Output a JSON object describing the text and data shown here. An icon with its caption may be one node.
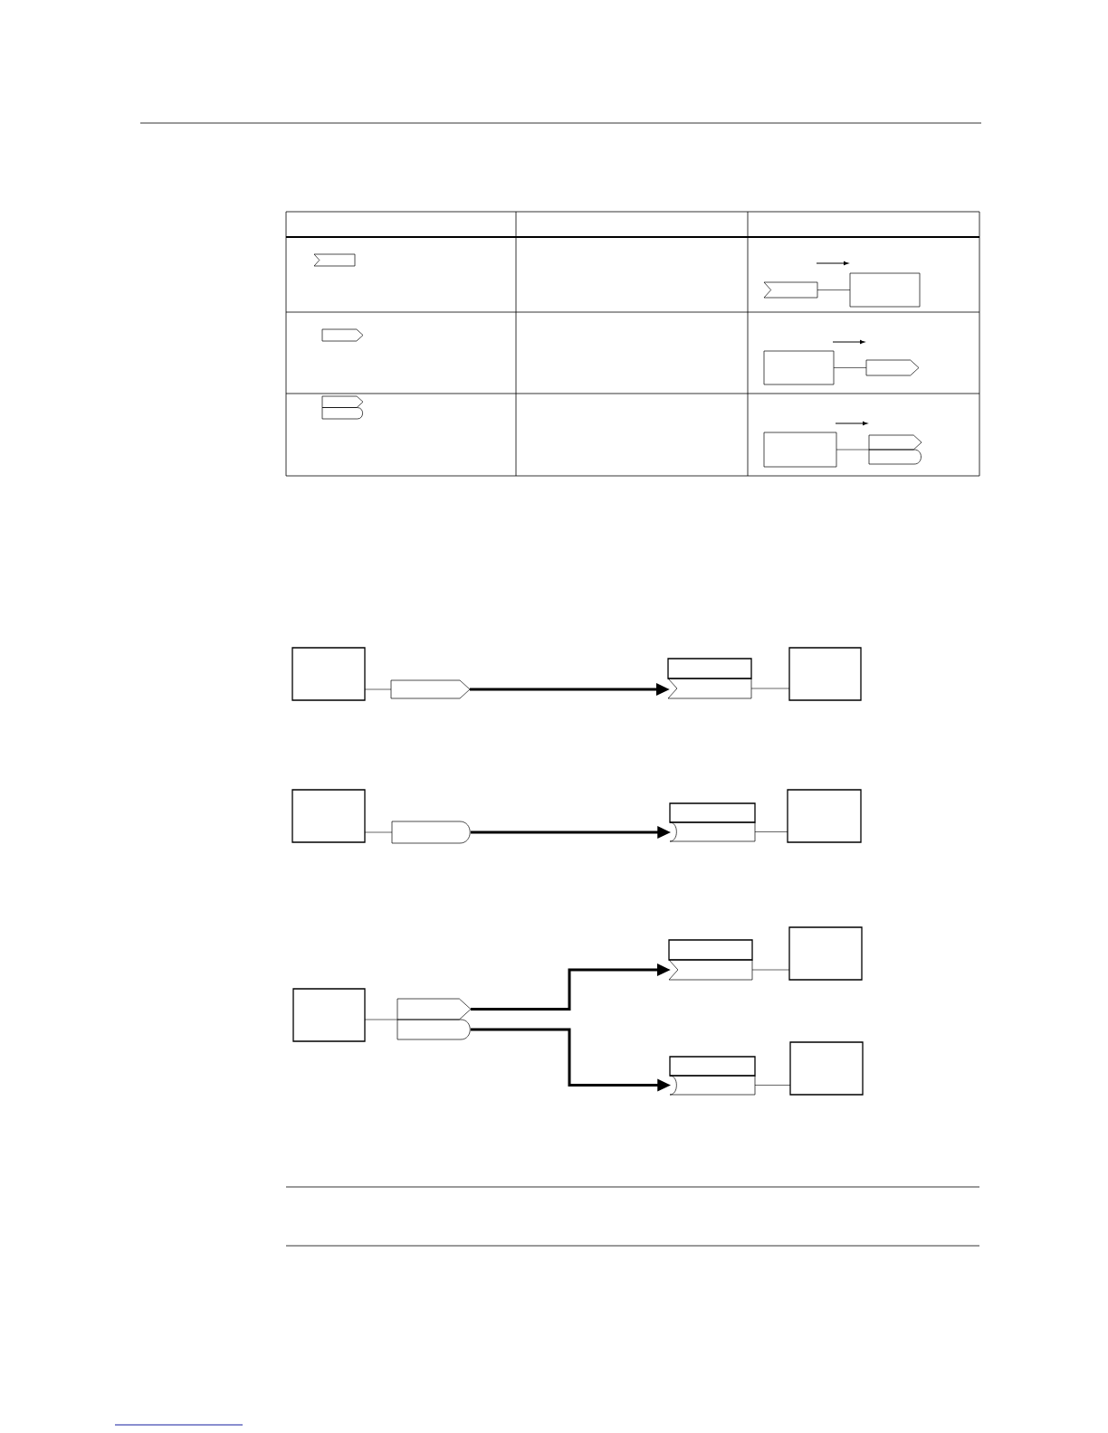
{
  "diagram": {
    "nodes": [
      {
        "text": [],
        "shape": "notch"
      },
      {
        "text": [],
        "shape": "box"
      },
      {
        "text": [],
        "shape": "box"
      },
      {
        "text": [],
        "shape": "pentagon"
      },
      {
        "text": [],
        "shape": "box"
      },
      {
        "text": [],
        "shape": "pentagon"
      },
      {
        "text": [],
        "shape": "rounded"
      },
      {
        "text": [],
        "shape": "box"
      },
      {
        "text": [],
        "shape": "pentagon"
      },
      {
        "text": [],
        "shape": "box"
      },
      {
        "text": [],
        "shape": "notch"
      },
      {
        "text": [],
        "shape": "box"
      },
      {
        "text": [],
        "shape": "box"
      },
      {
        "text": [],
        "shape": "rounded"
      },
      {
        "text": [],
        "shape": "box"
      },
      {
        "text": [],
        "shape": "concave"
      },
      {
        "text": [],
        "shape": "box"
      },
      {
        "text": [],
        "shape": "box"
      },
      {
        "text": [],
        "shape": "pentagon"
      },
      {
        "text": [],
        "shape": "rounded"
      },
      {
        "text": [],
        "shape": "box"
      },
      {
        "text": [],
        "shape": "notch"
      },
      {
        "text": [],
        "shape": "box"
      },
      {
        "text": [],
        "shape": "box"
      },
      {
        "text": [],
        "shape": "concave"
      },
      {
        "text": [],
        "shape": "box"
      }
    ],
    "edges": [
      {
        "from": 0,
        "to": 1,
        "arrow": "none"
      },
      {
        "from": 2,
        "to": 3,
        "arrow": "none"
      },
      {
        "from": 4,
        "to": 5,
        "arrow": "none"
      },
      {
        "from": 7,
        "to": 8,
        "arrow": "none"
      },
      {
        "from": 8,
        "to": 10,
        "arrow": "to",
        "style": "thick"
      },
      {
        "from": 10,
        "to": 11,
        "arrow": "none"
      },
      {
        "from": 12,
        "to": 13,
        "arrow": "none"
      },
      {
        "from": 13,
        "to": 15,
        "arrow": "to",
        "style": "thick"
      },
      {
        "from": 15,
        "to": 16,
        "arrow": "none"
      },
      {
        "from": 17,
        "to": 18,
        "arrow": "none"
      },
      {
        "from": 18,
        "to": 21,
        "arrow": "to",
        "style": "thick"
      },
      {
        "from": 19,
        "to": 24,
        "arrow": "to",
        "style": "thick"
      },
      {
        "from": 21,
        "to": 22,
        "arrow": "none"
      },
      {
        "from": 24,
        "to": 25,
        "arrow": "none"
      }
    ]
  }
}
